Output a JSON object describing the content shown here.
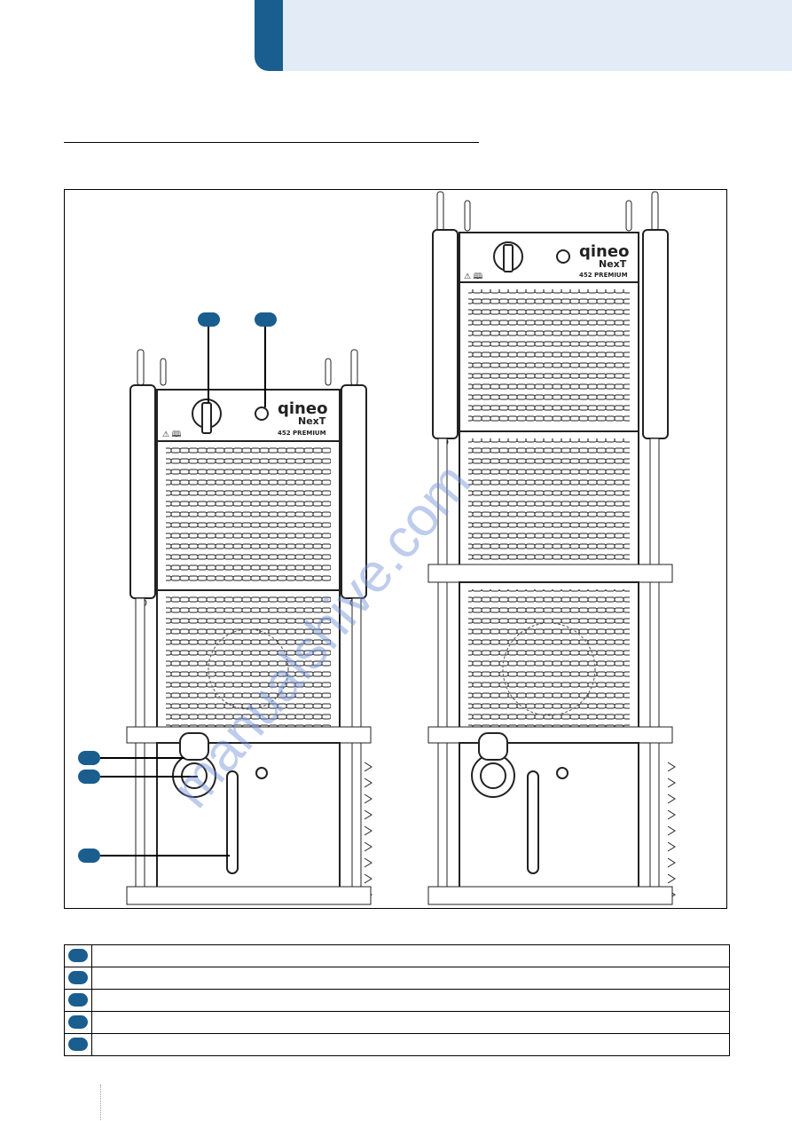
{
  "device": {
    "brand": "qineo",
    "series": "NexT",
    "model": "452 PREMIUM",
    "warning_symbols": "⚠ 🕮"
  },
  "legend": {
    "rows": [
      {
        "number": "",
        "text": ""
      },
      {
        "number": "",
        "text": ""
      },
      {
        "number": "",
        "text": ""
      },
      {
        "number": "",
        "text": ""
      },
      {
        "number": "",
        "text": ""
      }
    ]
  },
  "colors": {
    "accent": "#1a5d8f",
    "header_band": "#e3ecf6",
    "watermark": "#6f8fd6"
  },
  "watermark": {
    "text": "manualshive.com"
  }
}
